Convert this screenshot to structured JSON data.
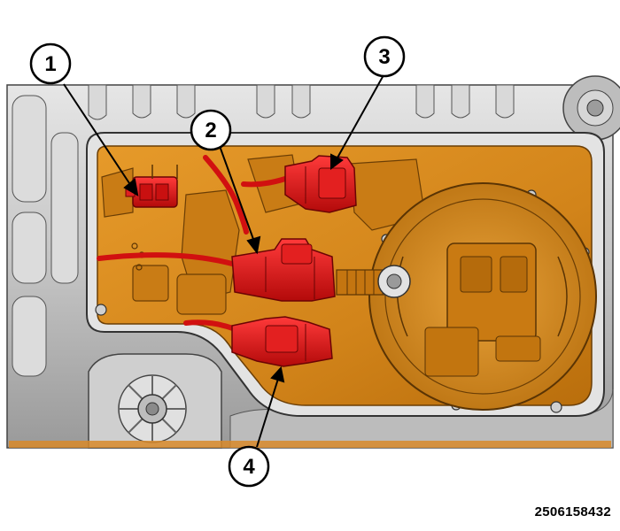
{
  "figure": {
    "id": "2506158432",
    "palette": {
      "housing_gray": "#c8c8c8",
      "housing_dark": "#7a7a7a",
      "cavity_orange": "#d88a1e",
      "orange_dark": "#a35f08",
      "connector_red": "#e01414",
      "connector_dark": "#8a0606"
    }
  },
  "callouts": [
    {
      "number": "1"
    },
    {
      "number": "2"
    },
    {
      "number": "3"
    },
    {
      "number": "4"
    }
  ]
}
